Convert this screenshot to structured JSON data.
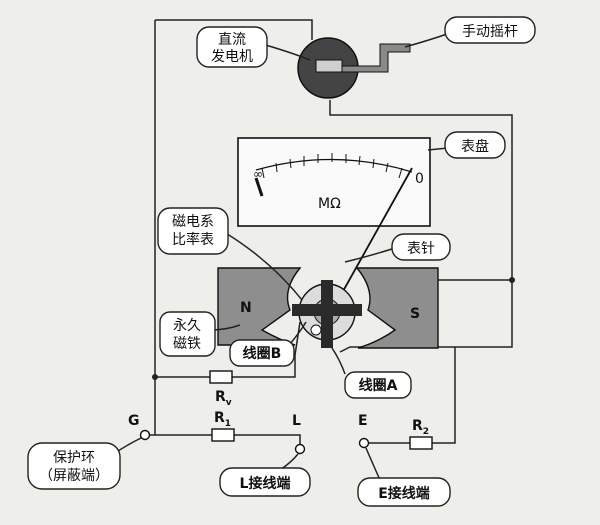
{
  "labels": {
    "generator_line1": "直流",
    "generator_line2": "发电机",
    "crank": "手动摇杆",
    "dial": "表盘",
    "dial_unit": "MΩ",
    "dial_zero": "0",
    "ratio_meter_line1": "磁电系",
    "ratio_meter_line2": "比率表",
    "needle": "表针",
    "north": "N",
    "south": "S",
    "magnet_line1": "永久",
    "magnet_line2": "磁铁",
    "coil_b": "线圈B",
    "coil_a": "线圈A",
    "rv": "R",
    "rv_sub": "v",
    "r1": "R",
    "r1_sub": "1",
    "r2": "R",
    "r2_sub": "2",
    "g": "G",
    "l": "L",
    "e": "E",
    "guard_line1": "保护环",
    "guard_line2": "（屏蔽端）",
    "l_terminal": "L接线端",
    "e_terminal": "E接线端"
  }
}
